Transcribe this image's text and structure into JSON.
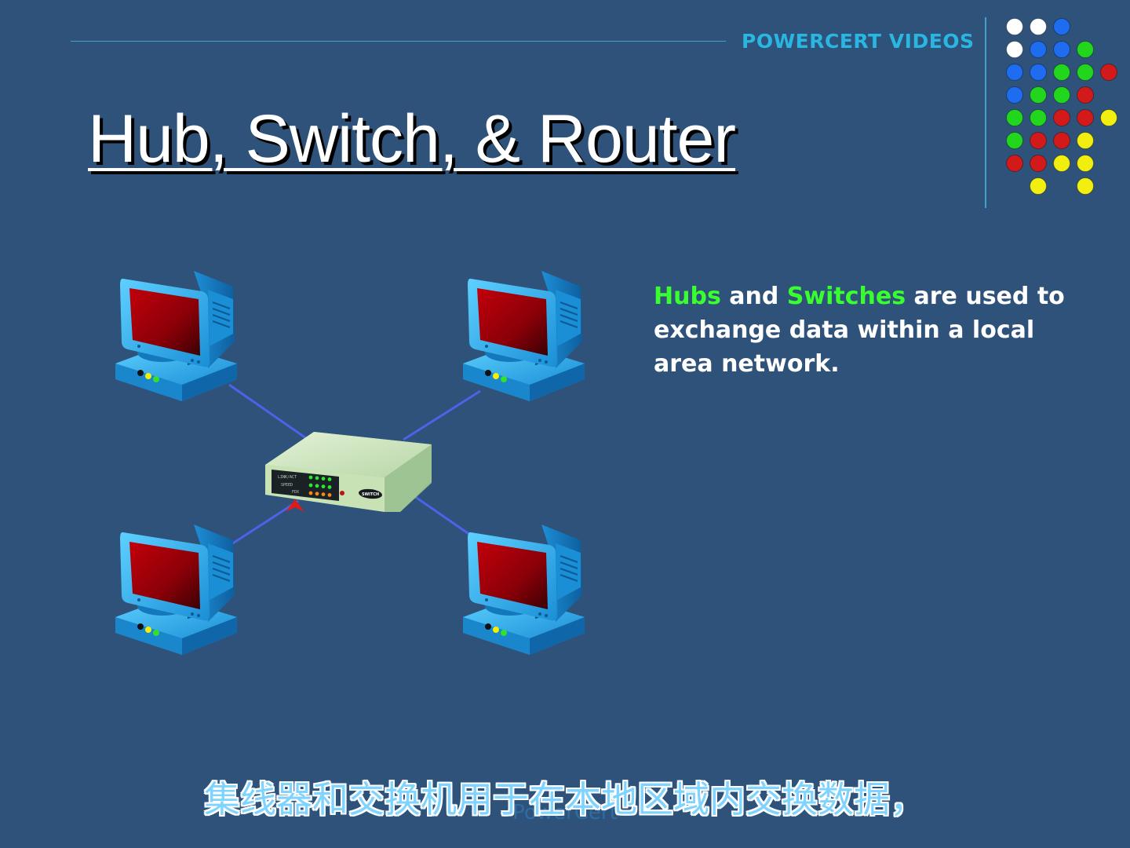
{
  "brand": {
    "text": "POWERCERT VIDEOS"
  },
  "slide": {
    "title": "Hub, Switch, & Router"
  },
  "description": {
    "hubs": "Hubs",
    "and": " and ",
    "switches": "Switches",
    "rest": " are used to exchange data within a local area network.",
    "highlight_color": "#39ff2e"
  },
  "diagram": {
    "device": {
      "front_labels": [
        "LINK/ACT",
        "SPEED",
        "FDX"
      ],
      "badge": "SWITCH"
    },
    "link_color": "#4a63e8",
    "computer_count": 4
  },
  "dots": {
    "colors": {
      "w": "#ffffff",
      "b": "#1e6cf0",
      "g": "#22d61e",
      "r": "#d21a1a",
      "y": "#f2ee10"
    },
    "rows": [
      [
        "w",
        "w",
        "b",
        "",
        ""
      ],
      [
        "w",
        "b",
        "b",
        "g",
        ""
      ],
      [
        "b",
        "b",
        "g",
        "g",
        "r"
      ],
      [
        "b",
        "g",
        "g",
        "r",
        ""
      ],
      [
        "g",
        "g",
        "r",
        "r",
        "y"
      ],
      [
        "g",
        "r",
        "r",
        "y",
        ""
      ],
      [
        "r",
        "r",
        "y",
        "y",
        ""
      ],
      [
        "",
        "y",
        "",
        "y",
        ""
      ]
    ]
  },
  "watermark": {
    "text": "PowerCert"
  },
  "subtitle": {
    "text": "集线器和交换机用于在本地区域内交换数据，"
  }
}
